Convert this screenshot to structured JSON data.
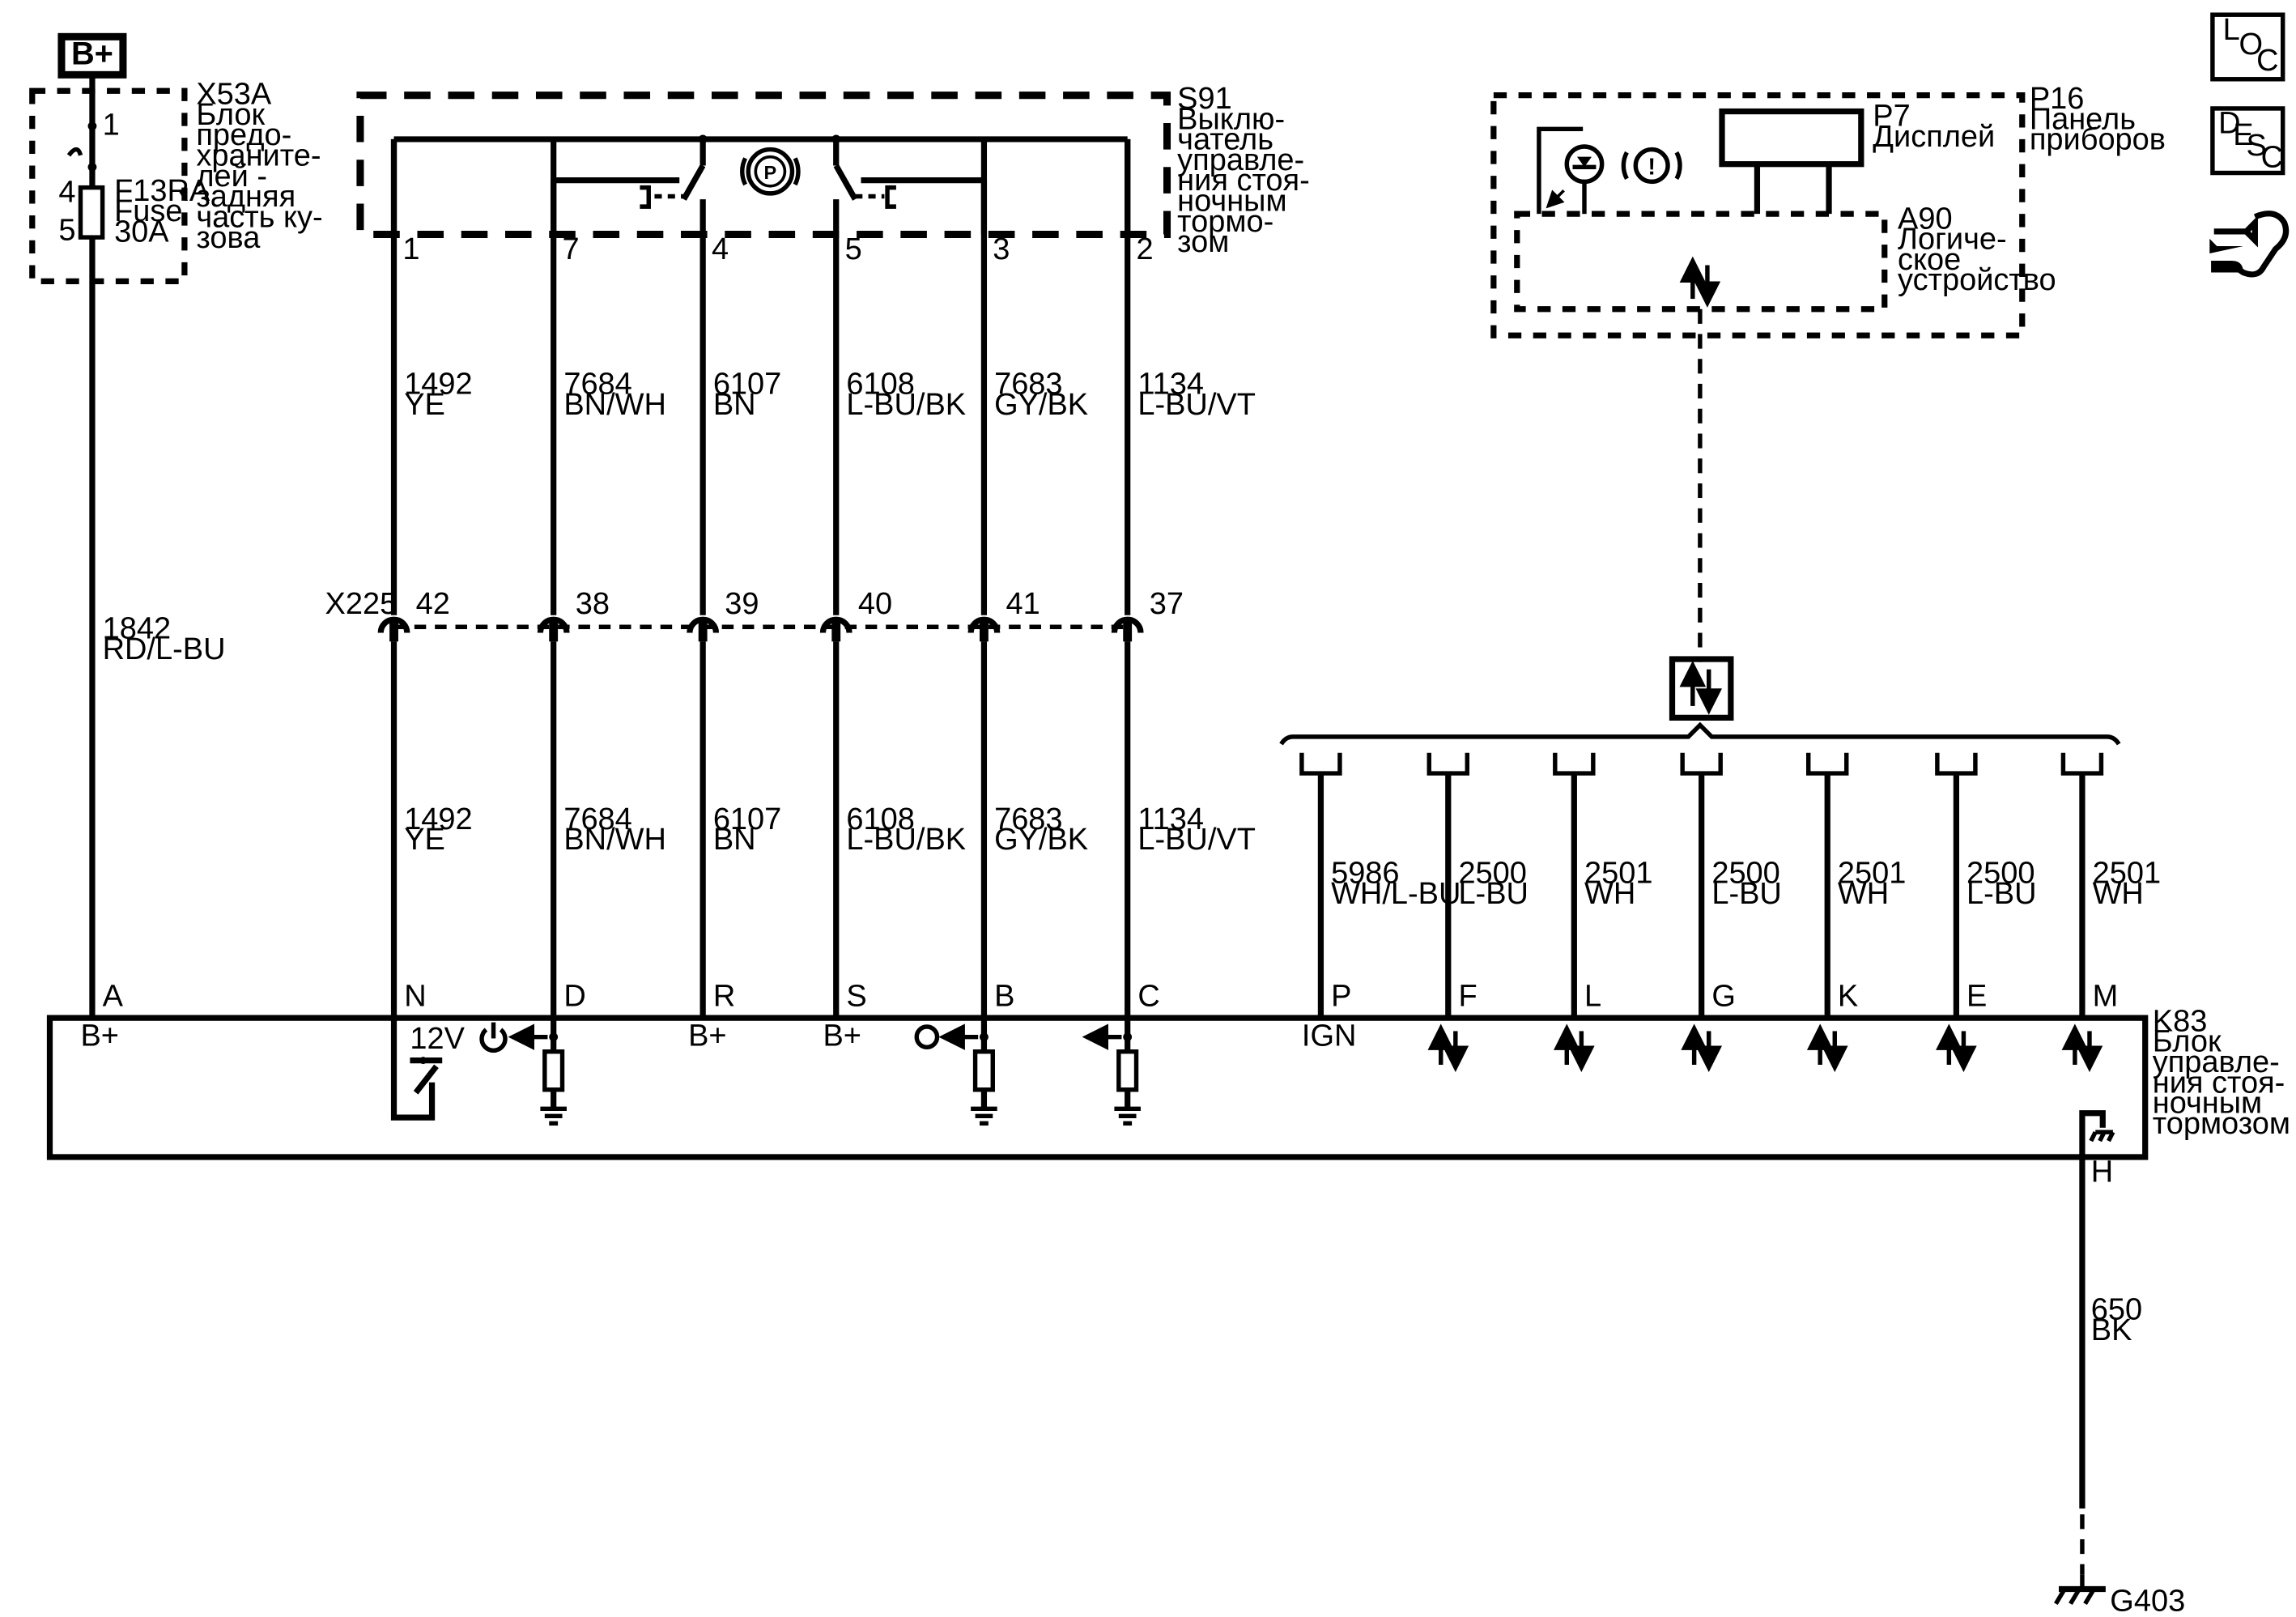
{
  "power": {
    "label": "B+"
  },
  "fuse_block": {
    "id": "X53A",
    "desc": [
      "Блок",
      "предо-",
      "храните-",
      "лей -",
      "задняя",
      "часть ку-",
      "зова"
    ],
    "fuse": [
      "F13RA",
      "Fuse",
      "30A"
    ],
    "pins": [
      "1",
      "4",
      "5"
    ]
  },
  "switch": {
    "id": "S91",
    "desc": [
      "Выклю-",
      "чатель",
      "управле-",
      "ния стоя-",
      "ночным",
      "тормо-",
      "зом"
    ],
    "pins": [
      "1",
      "7",
      "4",
      "5",
      "3",
      "2"
    ],
    "symbol": "P"
  },
  "cluster": {
    "id": "P16",
    "desc": [
      "Панель",
      "приборов"
    ],
    "display_id": "P7",
    "display_desc": "Дисплей",
    "logic_id": "A90",
    "logic_desc": [
      "Логиче-",
      "ское",
      "устройство"
    ]
  },
  "nav_icons": [
    {
      "name": "loc-icon",
      "letters": [
        "L",
        "O",
        "C"
      ]
    },
    {
      "name": "desc-icon",
      "letters": [
        "D",
        "E",
        "S",
        "C"
      ]
    },
    {
      "name": "connector-tool-icon"
    }
  ],
  "fuse_wire": {
    "num": "1842",
    "color": "RD/L-BU"
  },
  "upper_wires": [
    {
      "num": "1492",
      "color": "YE"
    },
    {
      "num": "7684",
      "color": "BN/WH"
    },
    {
      "num": "6107",
      "color": "BN"
    },
    {
      "num": "6108",
      "color": "L-BU/BK"
    },
    {
      "num": "7683",
      "color": "GY/BK"
    },
    {
      "num": "1134",
      "color": "L-BU/VT"
    }
  ],
  "connector": {
    "id": "X225",
    "pins": [
      "42",
      "38",
      "39",
      "40",
      "41",
      "37"
    ]
  },
  "lower_wires": [
    {
      "num": "1492",
      "color": "YE"
    },
    {
      "num": "7684",
      "color": "BN/WH"
    },
    {
      "num": "6107",
      "color": "BN"
    },
    {
      "num": "6108",
      "color": "L-BU/BK"
    },
    {
      "num": "7683",
      "color": "GY/BK"
    },
    {
      "num": "1134",
      "color": "L-BU/VT"
    }
  ],
  "bus_wires": [
    {
      "num": "5986",
      "color": "WH/L-BU"
    },
    {
      "num": "2500",
      "color": "L-BU"
    },
    {
      "num": "2501",
      "color": "WH"
    },
    {
      "num": "2500",
      "color": "L-BU"
    },
    {
      "num": "2501",
      "color": "WH"
    },
    {
      "num": "2500",
      "color": "L-BU"
    },
    {
      "num": "2501",
      "color": "WH"
    }
  ],
  "module": {
    "id": "K83",
    "desc": [
      "Блок",
      "управле-",
      "ния стоя-",
      "ночным",
      "тормозом"
    ],
    "pins": [
      "A",
      "N",
      "D",
      "R",
      "S",
      "B",
      "C",
      "P",
      "F",
      "L",
      "G",
      "K",
      "E",
      "M"
    ],
    "labels": {
      "bplus": "B+",
      "v12": "12V",
      "ign": "IGN"
    },
    "ground_pin": "H"
  },
  "ground_wire": {
    "num": "650",
    "color": "BK"
  },
  "ground": {
    "id": "G403"
  }
}
